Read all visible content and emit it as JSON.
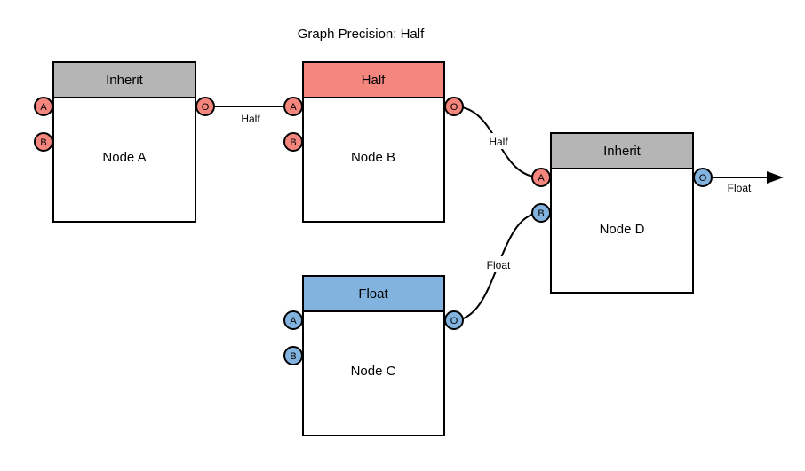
{
  "title": "Graph Precision: Half",
  "colors": {
    "salmon": "#F5867E",
    "blue": "#82B3DF",
    "gray": "#B5B5B5",
    "stroke": "#000000",
    "background": "#FFFFFF",
    "node_body": "#FFFFFF"
  },
  "nodes": [
    {
      "label": "Node A",
      "header": "Inherit",
      "header_color": "#B5B5B5",
      "ports": {
        "a": "A",
        "b": "B",
        "o": "O"
      },
      "port_colors": {
        "a": "#F5867E",
        "b": "#F5867E",
        "o": "#F5867E"
      }
    },
    {
      "label": "Node B",
      "header": "Half",
      "header_color": "#F5867E",
      "ports": {
        "a": "A",
        "b": "B",
        "o": "O"
      },
      "port_colors": {
        "a": "#F5867E",
        "b": "#F5867E",
        "o": "#F5867E"
      }
    },
    {
      "label": "Node C",
      "header": "Float",
      "header_color": "#82B3DF",
      "ports": {
        "a": "A",
        "b": "B",
        "o": "O"
      },
      "port_colors": {
        "a": "#82B3DF",
        "b": "#82B3DF",
        "o": "#82B3DF"
      }
    },
    {
      "label": "Node D",
      "header": "Inherit",
      "header_color": "#B5B5B5",
      "ports": {
        "a": "A",
        "b": "B",
        "o": "O"
      },
      "port_colors": {
        "a": "#F5867E",
        "b": "#82B3DF",
        "o": "#82B3DF"
      }
    }
  ],
  "edges": [
    {
      "from": "Node A.O",
      "to": "Node B.A",
      "label": "Half"
    },
    {
      "from": "Node B.O",
      "to": "Node D.A",
      "label": "Half"
    },
    {
      "from": "Node C.O",
      "to": "Node D.B",
      "label": "Float"
    },
    {
      "from": "Node D.O",
      "to": "output-arrow",
      "label": "Float"
    }
  ]
}
